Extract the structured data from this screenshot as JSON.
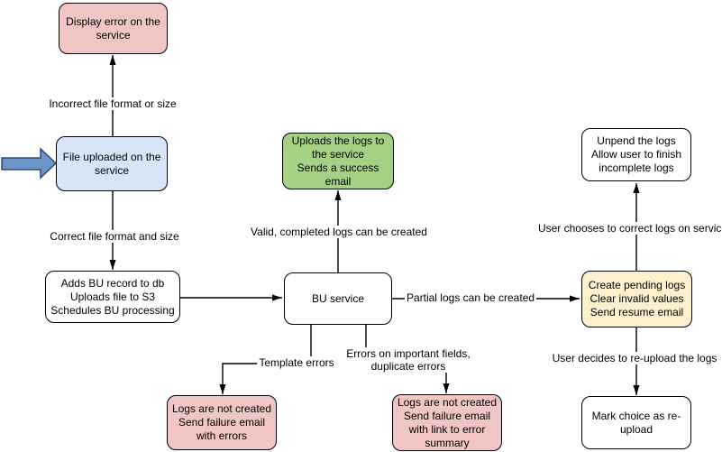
{
  "colors": {
    "pink": "#f2c5c5",
    "blue": "#d8e5f7",
    "green": "#a5d184",
    "yellow": "#fdf0cc",
    "white": "#ffffff",
    "line": "#000000",
    "input_arrow_fill": "#6d94c7",
    "input_arrow_border": "#2c4a72"
  },
  "nodes": {
    "display_error": {
      "label": "Display error on the service"
    },
    "file_uploaded": {
      "label": "File uploaded on the service"
    },
    "adds_bu": {
      "label": "Adds BU record to db\nUploads file to S3\nSchedules BU processing"
    },
    "bu_service": {
      "label": "BU service"
    },
    "uploads_logs": {
      "label": "Uploads the logs to the service\nSends a success email"
    },
    "unpend": {
      "label": "Unpend the logs\nAllow user to finish incomplete logs"
    },
    "create_pending": {
      "label": "Create pending logs\nClear invalid values\nSend resume email"
    },
    "mark_choice": {
      "label": "Mark choice as re-upload"
    },
    "fail_template": {
      "label": "Logs are not created\nSend failure email with errors"
    },
    "fail_fields": {
      "label": "Logs are not created\nSend failure email with link to error summary"
    }
  },
  "edge_labels": {
    "incorrect": "Incorrect file format or size",
    "correct": "Correct file format and size",
    "valid": "Valid, completed logs can be created",
    "partial": "Partial logs can be created",
    "user_correct": "User chooses to correct logs on service",
    "user_reupload": "User decides to re-upload the logs",
    "template_errors": "Template errors",
    "field_errors": "Errors on important fields,\nduplicate errors"
  }
}
